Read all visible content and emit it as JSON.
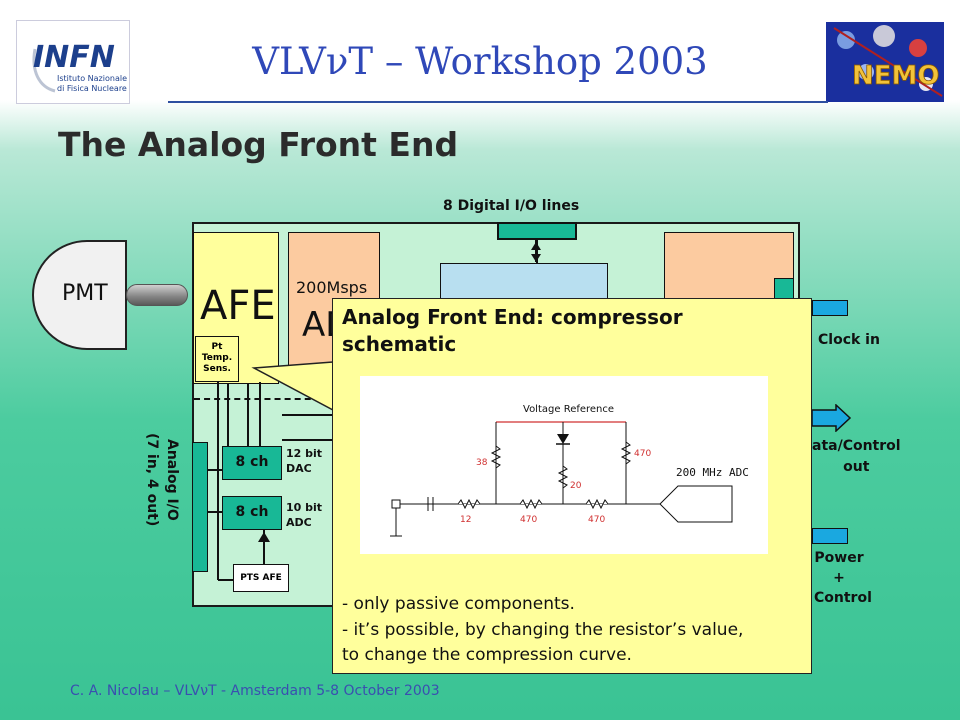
{
  "header": {
    "title": "VLVνT – Workshop 2003",
    "infn_logo_text": [
      "INFN",
      "Istituto Nazionale",
      "di Fisica Nucleare"
    ],
    "nemo_logo_text": "NEMO"
  },
  "slide": {
    "title": "The Analog Front End"
  },
  "diagram": {
    "pmt": "PMT",
    "afe": "AFE",
    "pt_sensor": [
      "Pt",
      "Temp.",
      "Sens."
    ],
    "adc_rate": "200Msps",
    "adc_label": "AD",
    "digital_io": "8 Digital I/O lines",
    "clock_in": "Clock in",
    "data_control_out": [
      "ata/Control",
      "out"
    ],
    "power_control": [
      "Power",
      "+",
      "Control"
    ],
    "analog_io": [
      "Analog I/O",
      "(7 in, 4 out)"
    ],
    "dac_block": "8 ch",
    "dac_label": [
      "12 bit",
      "DAC"
    ],
    "adc_block": "8 ch",
    "adc_small_label": [
      "10 bit",
      "ADC"
    ],
    "pts_afe": "PTS AFE"
  },
  "callout": {
    "title": [
      "Analog Front End: compressor",
      "schematic"
    ],
    "bullets": [
      " - only passive components.",
      " - it’s possible, by changing the resistor’s value,",
      "to change the compression curve."
    ],
    "schematic": {
      "voltage_reference": "Voltage Reference",
      "adc": "200 MHz ADC",
      "resistors": [
        "38",
        "470",
        "20",
        "12",
        "470",
        "470"
      ]
    }
  },
  "footer": {
    "text": "C. A. Nicolau – VLVνT - Amsterdam 5-8 October 2003"
  },
  "colors": {
    "title_blue": "#2f48b8",
    "connector_green": "#18b896",
    "callout_yellow": "#ffff9c",
    "block_orange": "#fccba0"
  }
}
